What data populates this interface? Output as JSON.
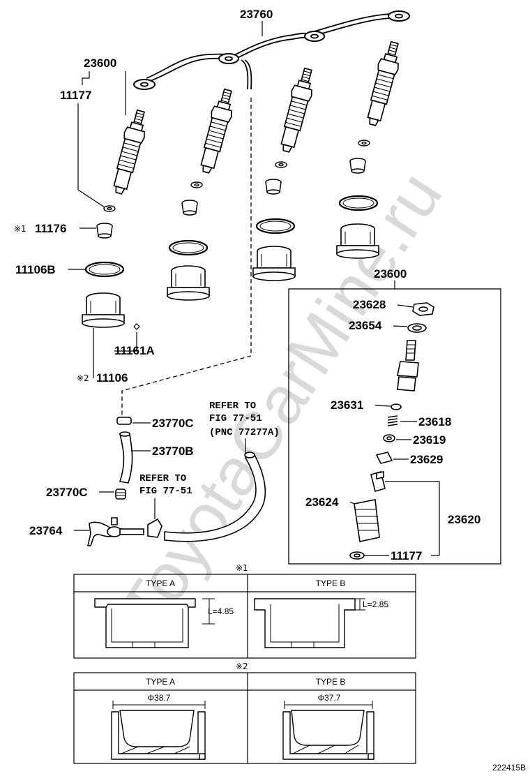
{
  "watermark": "ToyotaCarMine.ru",
  "diagram_id": "222415B",
  "callouts": {
    "p23760": "23760",
    "p23600_top": "23600",
    "p11177_top": "11177",
    "mark1_11176": "※1",
    "p11176": "11176",
    "p11106B": "11106B",
    "p11161A": "11161A",
    "mark2_11106": "※2",
    "p11106": "11106",
    "p23770C_top": "23770C",
    "p23770B": "23770B",
    "p23770C_bottom": "23770C",
    "p23764": "23764",
    "p23600_box": "23600",
    "p23628": "23628",
    "p23654": "23654",
    "p23631": "23631",
    "p23618": "23618",
    "p23619": "23619",
    "p23629": "23629",
    "p23624": "23624",
    "p23620": "23620",
    "p11177_box": "11177"
  },
  "refer_notes": {
    "refer1_line1": "REFER TO",
    "refer1_line2": "FIG 77-51",
    "refer1_line3": "(PNC 77277A)",
    "refer2_line1": "REFER TO",
    "refer2_line2": "FIG 77-51"
  },
  "table1": {
    "mark": "※1",
    "type_a": "TYPE A",
    "type_b": "TYPE B",
    "dim_a": "L=4.85",
    "dim_b": "L=2.85"
  },
  "table2": {
    "mark": "※2",
    "type_a": "TYPE A",
    "type_b": "TYPE B",
    "dim_a": "Φ38.7",
    "dim_b": "Φ37.7"
  }
}
